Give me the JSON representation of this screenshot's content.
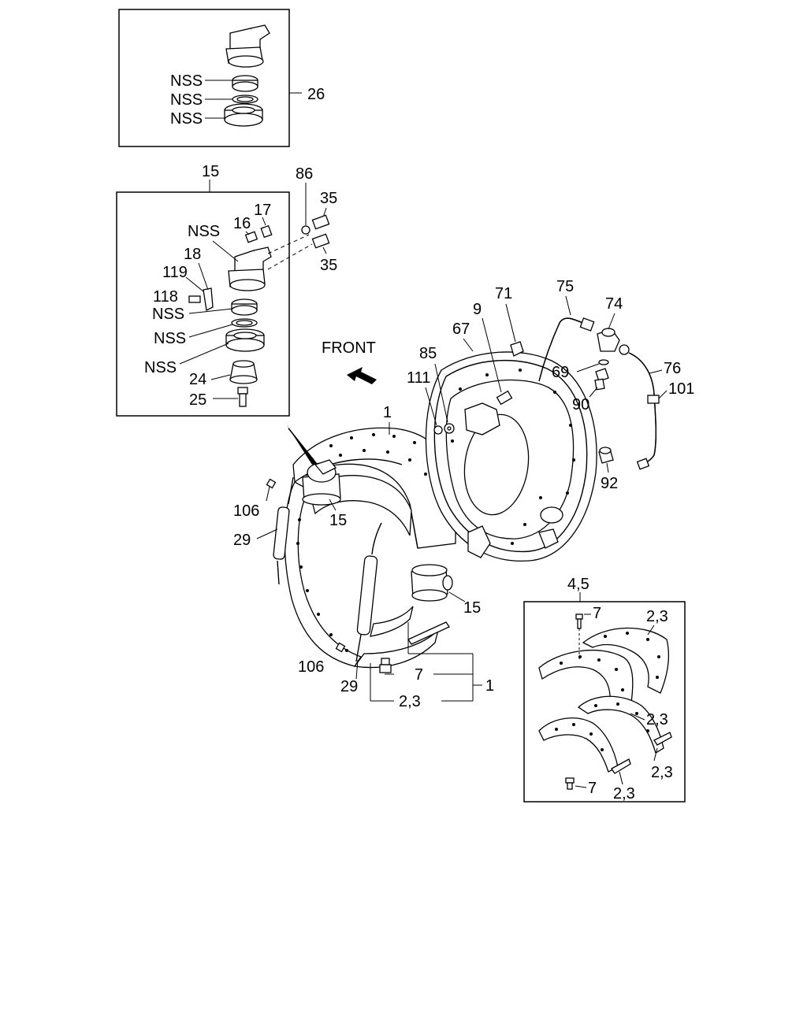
{
  "labels": {
    "nss": "NSS",
    "front": "FRONT",
    "p26": "26",
    "p15": "15",
    "p86": "86",
    "p35": "35",
    "p16": "16",
    "p17": "17",
    "p18": "18",
    "p119": "119",
    "p118": "118",
    "p24": "24",
    "p25": "25",
    "p1": "1",
    "p9": "9",
    "p71": "71",
    "p75": "75",
    "p74": "74",
    "p67": "67",
    "p85": "85",
    "p111": "111",
    "p69": "69",
    "p90": "90",
    "p76": "76",
    "p101": "101",
    "p92": "92",
    "p106": "106",
    "p29": "29",
    "p7": "7",
    "p23": "2,3",
    "p45": "4,5"
  }
}
